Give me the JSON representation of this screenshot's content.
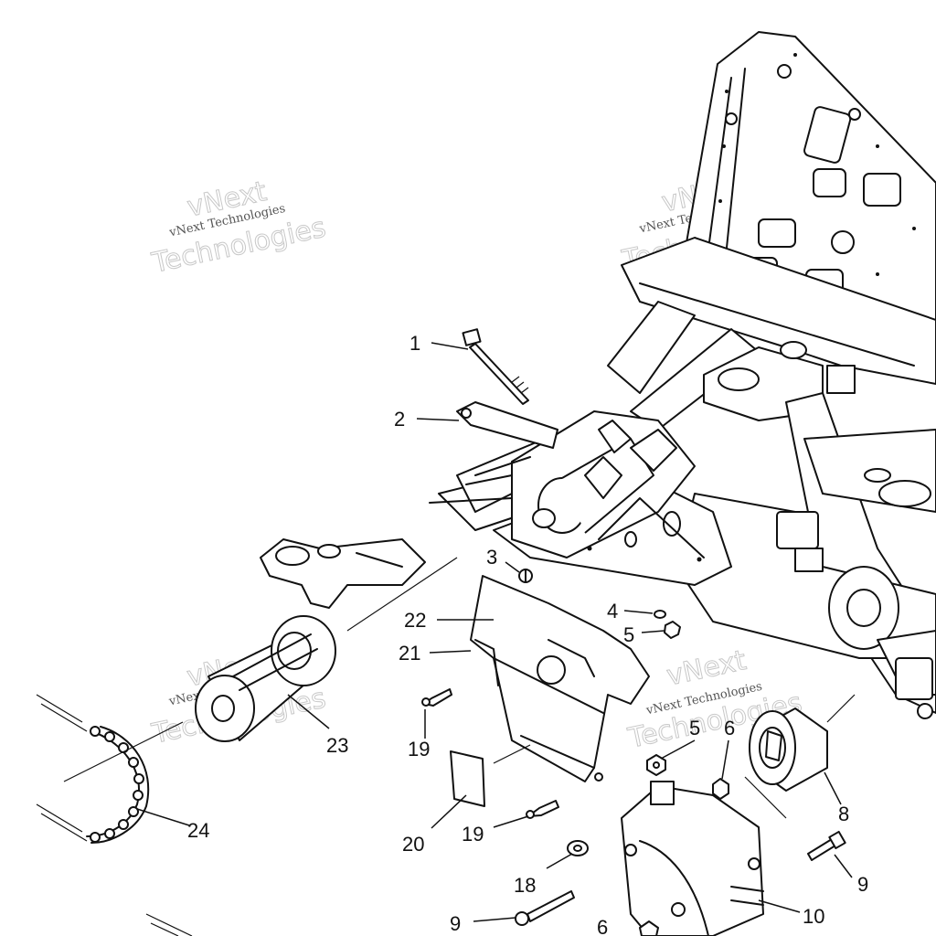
{
  "watermark": {
    "line1": "vNext",
    "line2": "vNext Technologies",
    "line3": "Technologies"
  },
  "callouts": [
    {
      "id": "c1",
      "label": "1"
    },
    {
      "id": "c2",
      "label": "2"
    },
    {
      "id": "c3",
      "label": "3"
    },
    {
      "id": "c4",
      "label": "4"
    },
    {
      "id": "c5a",
      "label": "5"
    },
    {
      "id": "c5b",
      "label": "5"
    },
    {
      "id": "c6a",
      "label": "6"
    },
    {
      "id": "c6b",
      "label": "6"
    },
    {
      "id": "c8",
      "label": "8"
    },
    {
      "id": "c9a",
      "label": "9"
    },
    {
      "id": "c9b",
      "label": "9"
    },
    {
      "id": "c10",
      "label": "10"
    },
    {
      "id": "c18",
      "label": "18"
    },
    {
      "id": "c19a",
      "label": "19"
    },
    {
      "id": "c19b",
      "label": "19"
    },
    {
      "id": "c20",
      "label": "20"
    },
    {
      "id": "c21",
      "label": "21"
    },
    {
      "id": "c22",
      "label": "22"
    },
    {
      "id": "c23",
      "label": "23"
    },
    {
      "id": "c24",
      "label": "24"
    }
  ]
}
